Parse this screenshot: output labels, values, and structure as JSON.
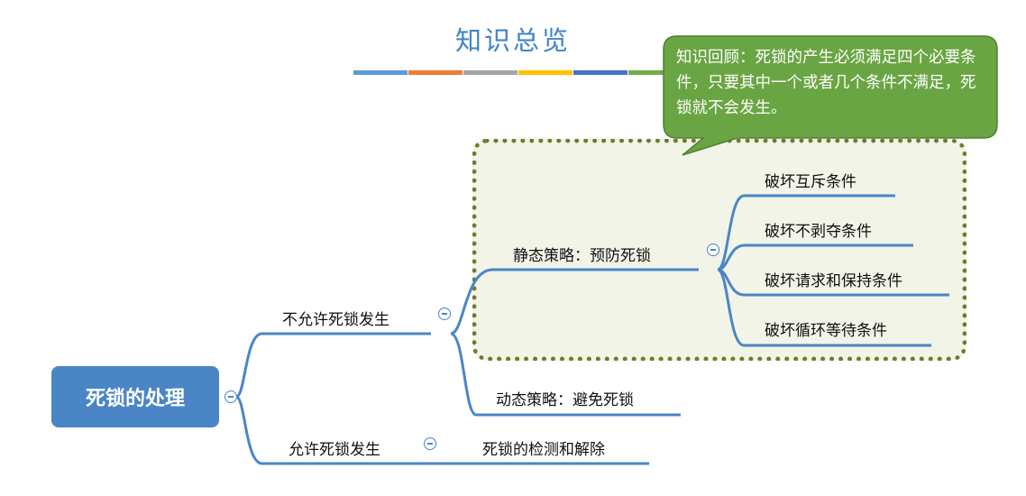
{
  "title": "知识总览",
  "color_bars": [
    "#5b9bd5",
    "#ed7d31",
    "#a5a5a5",
    "#ffc000",
    "#4472c4",
    "#70ad47"
  ],
  "callout": {
    "text": "知识回顾：死锁的产生必须满足四个必要条件，只要其中一个或者几个条件不满足，死锁就不会发生。",
    "color": "#6aa543"
  },
  "mindmap": {
    "root": "死锁的处理",
    "not_allowed": {
      "label": "不允许死锁发生",
      "static": {
        "label": "静态策略：预防死锁",
        "items": [
          "破坏互斥条件",
          "破坏不剥夺条件",
          "破坏请求和保持条件",
          "破坏循环等待条件"
        ]
      },
      "dynamic": {
        "label": "动态策略：避免死锁"
      }
    },
    "allowed": {
      "label": "允许死锁发生",
      "child": "死锁的检测和解除"
    }
  },
  "accent_color": "#4a86c6"
}
